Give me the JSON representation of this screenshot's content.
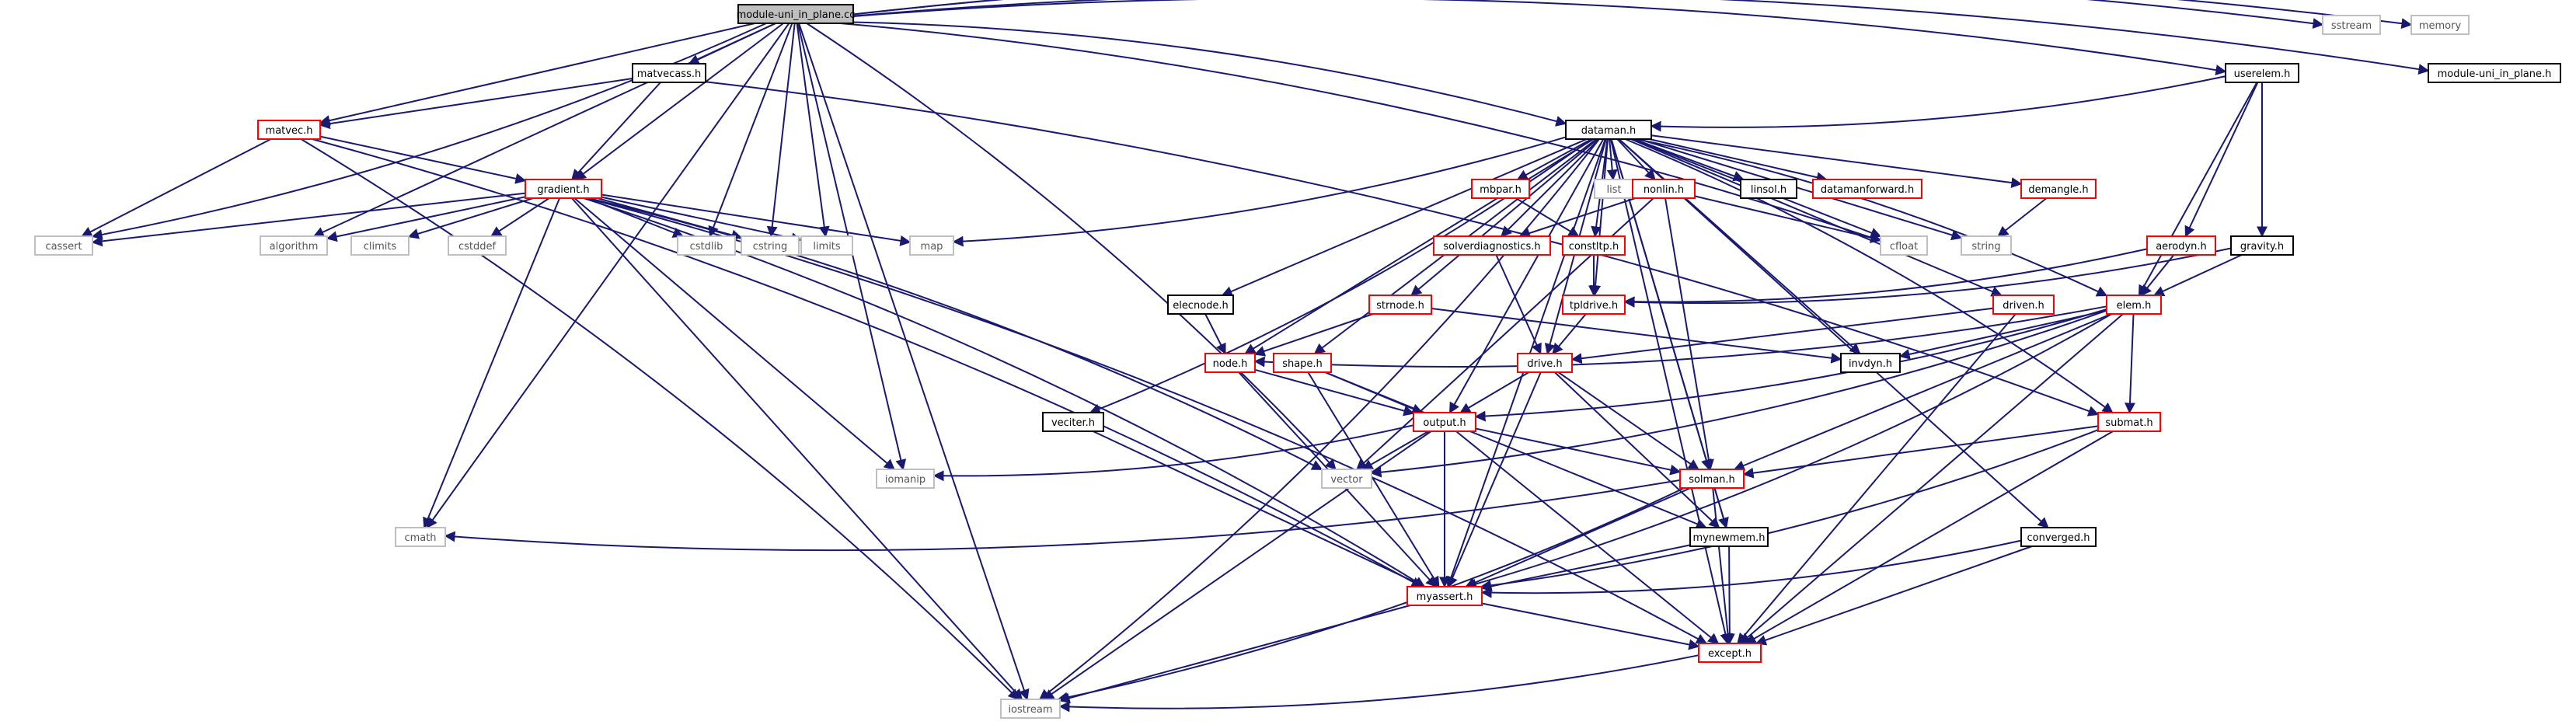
{
  "colors": {
    "edge": "#191970",
    "root_fill": "#bfbfbf",
    "root_border": "#000000",
    "solid_border": "#000000",
    "missing_border": "#ff0000",
    "system_border": "#bfbfbf",
    "text_system": "#555555",
    "text_default": "#000000"
  },
  "nodes": [
    {
      "id": "root",
      "label": "module-uni_in_plane.cc",
      "style": "root"
    },
    {
      "id": "matvecass",
      "label": "matvecass.h",
      "style": "solid"
    },
    {
      "id": "matvec",
      "label": "matvec.h",
      "style": "missing"
    },
    {
      "id": "gradient",
      "label": "gradient.h",
      "style": "missing"
    },
    {
      "id": "dataman",
      "label": "dataman.h",
      "style": "solid"
    },
    {
      "id": "userelem",
      "label": "userelem.h",
      "style": "solid"
    },
    {
      "id": "sstream",
      "label": "sstream",
      "style": "system"
    },
    {
      "id": "memory",
      "label": "memory",
      "style": "system"
    },
    {
      "id": "moduleh",
      "label": "module-uni_in_plane.h",
      "style": "solid"
    },
    {
      "id": "cassert",
      "label": "cassert",
      "style": "system"
    },
    {
      "id": "algorithm",
      "label": "algorithm",
      "style": "system"
    },
    {
      "id": "climits",
      "label": "climits",
      "style": "system"
    },
    {
      "id": "cstddef",
      "label": "cstddef",
      "style": "system"
    },
    {
      "id": "cstdlib",
      "label": "cstdlib",
      "style": "system"
    },
    {
      "id": "cstring",
      "label": "cstring",
      "style": "system"
    },
    {
      "id": "limits",
      "label": "limits",
      "style": "system"
    },
    {
      "id": "map",
      "label": "map",
      "style": "system"
    },
    {
      "id": "list",
      "label": "list",
      "style": "system"
    },
    {
      "id": "cfloat",
      "label": "cfloat",
      "style": "system"
    },
    {
      "id": "string",
      "label": "string",
      "style": "system"
    },
    {
      "id": "mbpar",
      "label": "mbpar.h",
      "style": "missing"
    },
    {
      "id": "nonlin",
      "label": "nonlin.h",
      "style": "missing"
    },
    {
      "id": "linsol",
      "label": "linsol.h",
      "style": "solid"
    },
    {
      "id": "datamanforward",
      "label": "datamanforward.h",
      "style": "missing"
    },
    {
      "id": "demangle",
      "label": "demangle.h",
      "style": "missing"
    },
    {
      "id": "solverdiag",
      "label": "solverdiagnostics.h",
      "style": "missing"
    },
    {
      "id": "constltp",
      "label": "constltp.h",
      "style": "missing"
    },
    {
      "id": "aerodyn",
      "label": "aerodyn.h",
      "style": "missing"
    },
    {
      "id": "gravity",
      "label": "gravity.h",
      "style": "solid"
    },
    {
      "id": "elecnode",
      "label": "elecnode.h",
      "style": "solid"
    },
    {
      "id": "strnode",
      "label": "strnode.h",
      "style": "missing"
    },
    {
      "id": "tpldrive",
      "label": "tpldrive.h",
      "style": "missing"
    },
    {
      "id": "driven",
      "label": "driven.h",
      "style": "missing"
    },
    {
      "id": "elem",
      "label": "elem.h",
      "style": "missing"
    },
    {
      "id": "node",
      "label": "node.h",
      "style": "missing"
    },
    {
      "id": "shape",
      "label": "shape.h",
      "style": "missing"
    },
    {
      "id": "drive",
      "label": "drive.h",
      "style": "missing"
    },
    {
      "id": "invdyn",
      "label": "invdyn.h",
      "style": "solid"
    },
    {
      "id": "veciter",
      "label": "veciter.h",
      "style": "solid"
    },
    {
      "id": "output",
      "label": "output.h",
      "style": "missing"
    },
    {
      "id": "submat",
      "label": "submat.h",
      "style": "missing"
    },
    {
      "id": "iomanip",
      "label": "iomanip",
      "style": "system"
    },
    {
      "id": "vector",
      "label": "vector",
      "style": "system"
    },
    {
      "id": "solman",
      "label": "solman.h",
      "style": "missing"
    },
    {
      "id": "cmath",
      "label": "cmath",
      "style": "system"
    },
    {
      "id": "mynewmem",
      "label": "mynewmem.h",
      "style": "solid"
    },
    {
      "id": "converged",
      "label": "converged.h",
      "style": "solid"
    },
    {
      "id": "myassert",
      "label": "myassert.h",
      "style": "missing"
    },
    {
      "id": "except",
      "label": "except.h",
      "style": "missing"
    },
    {
      "id": "iostream",
      "label": "iostream",
      "style": "system"
    }
  ],
  "edges": [
    [
      "root",
      "matvecass"
    ],
    [
      "root",
      "matvec"
    ],
    [
      "root",
      "gradient"
    ],
    [
      "root",
      "dataman"
    ],
    [
      "root",
      "userelem"
    ],
    [
      "root",
      "sstream"
    ],
    [
      "root",
      "memory"
    ],
    [
      "root",
      "moduleh"
    ],
    [
      "root",
      "cassert"
    ],
    [
      "root",
      "algorithm"
    ],
    [
      "root",
      "cstdlib"
    ],
    [
      "root",
      "cstring"
    ],
    [
      "root",
      "limits"
    ],
    [
      "root",
      "iomanip"
    ],
    [
      "root",
      "vector"
    ],
    [
      "root",
      "cmath"
    ],
    [
      "root",
      "iostream"
    ],
    [
      "root",
      "cfloat"
    ],
    [
      "matvecass",
      "matvec"
    ],
    [
      "matvecass",
      "gradient"
    ],
    [
      "matvecass",
      "submat"
    ],
    [
      "matvec",
      "cassert"
    ],
    [
      "matvec",
      "gradient"
    ],
    [
      "matvec",
      "myassert"
    ],
    [
      "matvec",
      "iostream"
    ],
    [
      "gradient",
      "cassert"
    ],
    [
      "gradient",
      "algorithm"
    ],
    [
      "gradient",
      "climits"
    ],
    [
      "gradient",
      "cstddef"
    ],
    [
      "gradient",
      "cstdlib"
    ],
    [
      "gradient",
      "cstring"
    ],
    [
      "gradient",
      "limits"
    ],
    [
      "gradient",
      "map"
    ],
    [
      "gradient",
      "cmath"
    ],
    [
      "gradient",
      "iomanip"
    ],
    [
      "gradient",
      "vector"
    ],
    [
      "gradient",
      "myassert"
    ],
    [
      "gradient",
      "except"
    ],
    [
      "gradient",
      "iostream"
    ],
    [
      "dataman",
      "map"
    ],
    [
      "dataman",
      "list"
    ],
    [
      "dataman",
      "mbpar"
    ],
    [
      "dataman",
      "nonlin"
    ],
    [
      "dataman",
      "linsol"
    ],
    [
      "dataman",
      "datamanforward"
    ],
    [
      "dataman",
      "demangle"
    ],
    [
      "dataman",
      "cfloat"
    ],
    [
      "dataman",
      "string"
    ],
    [
      "dataman",
      "solverdiag"
    ],
    [
      "dataman",
      "constltp"
    ],
    [
      "dataman",
      "elecnode"
    ],
    [
      "dataman",
      "strnode"
    ],
    [
      "dataman",
      "tpldrive"
    ],
    [
      "dataman",
      "elem"
    ],
    [
      "dataman",
      "node"
    ],
    [
      "dataman",
      "shape"
    ],
    [
      "dataman",
      "drive"
    ],
    [
      "dataman",
      "invdyn"
    ],
    [
      "dataman",
      "veciter"
    ],
    [
      "dataman",
      "output"
    ],
    [
      "dataman",
      "submat"
    ],
    [
      "dataman",
      "solman"
    ],
    [
      "dataman",
      "mynewmem"
    ],
    [
      "dataman",
      "converged"
    ],
    [
      "dataman",
      "myassert"
    ],
    [
      "dataman",
      "except"
    ],
    [
      "dataman",
      "iostream"
    ],
    [
      "dataman",
      "driven"
    ],
    [
      "userelem",
      "dataman"
    ],
    [
      "userelem",
      "aerodyn"
    ],
    [
      "userelem",
      "gravity"
    ],
    [
      "userelem",
      "elem"
    ],
    [
      "mbpar",
      "constltp"
    ],
    [
      "nonlin",
      "solverdiag"
    ],
    [
      "nonlin",
      "cfloat"
    ],
    [
      "nonlin",
      "vector"
    ],
    [
      "nonlin",
      "solman"
    ],
    [
      "demangle",
      "string"
    ],
    [
      "solverdiag",
      "drive"
    ],
    [
      "constltp",
      "tpldrive"
    ],
    [
      "aerodyn",
      "tpldrive"
    ],
    [
      "aerodyn",
      "elem"
    ],
    [
      "gravity",
      "tpldrive"
    ],
    [
      "gravity",
      "elem"
    ],
    [
      "elecnode",
      "node"
    ],
    [
      "strnode",
      "node"
    ],
    [
      "strnode",
      "invdyn"
    ],
    [
      "tpldrive",
      "drive"
    ],
    [
      "driven",
      "drive"
    ],
    [
      "driven",
      "except"
    ],
    [
      "elem",
      "node"
    ],
    [
      "elem",
      "invdyn"
    ],
    [
      "elem",
      "output"
    ],
    [
      "elem",
      "submat"
    ],
    [
      "elem",
      "vector"
    ],
    [
      "elem",
      "solman"
    ],
    [
      "elem",
      "myassert"
    ],
    [
      "elem",
      "except"
    ],
    [
      "node",
      "output"
    ],
    [
      "node",
      "myassert"
    ],
    [
      "shape",
      "output"
    ],
    [
      "shape",
      "myassert"
    ],
    [
      "shape",
      "mynewmem"
    ],
    [
      "drive",
      "output"
    ],
    [
      "drive",
      "solman"
    ],
    [
      "drive",
      "mynewmem"
    ],
    [
      "drive",
      "myassert"
    ],
    [
      "veciter",
      "myassert"
    ],
    [
      "output",
      "iomanip"
    ],
    [
      "output",
      "vector"
    ],
    [
      "output",
      "solman"
    ],
    [
      "output",
      "myassert"
    ],
    [
      "output",
      "except"
    ],
    [
      "output",
      "iostream"
    ],
    [
      "submat",
      "solman"
    ],
    [
      "submat",
      "myassert"
    ],
    [
      "submat",
      "except"
    ],
    [
      "solman",
      "cmath"
    ],
    [
      "solman",
      "mynewmem"
    ],
    [
      "solman",
      "myassert"
    ],
    [
      "solman",
      "except"
    ],
    [
      "solman",
      "iostream"
    ],
    [
      "mynewmem",
      "myassert"
    ],
    [
      "mynewmem",
      "except"
    ],
    [
      "converged",
      "myassert"
    ],
    [
      "converged",
      "except"
    ],
    [
      "myassert",
      "except"
    ],
    [
      "myassert",
      "iostream"
    ],
    [
      "except",
      "iostream"
    ]
  ]
}
